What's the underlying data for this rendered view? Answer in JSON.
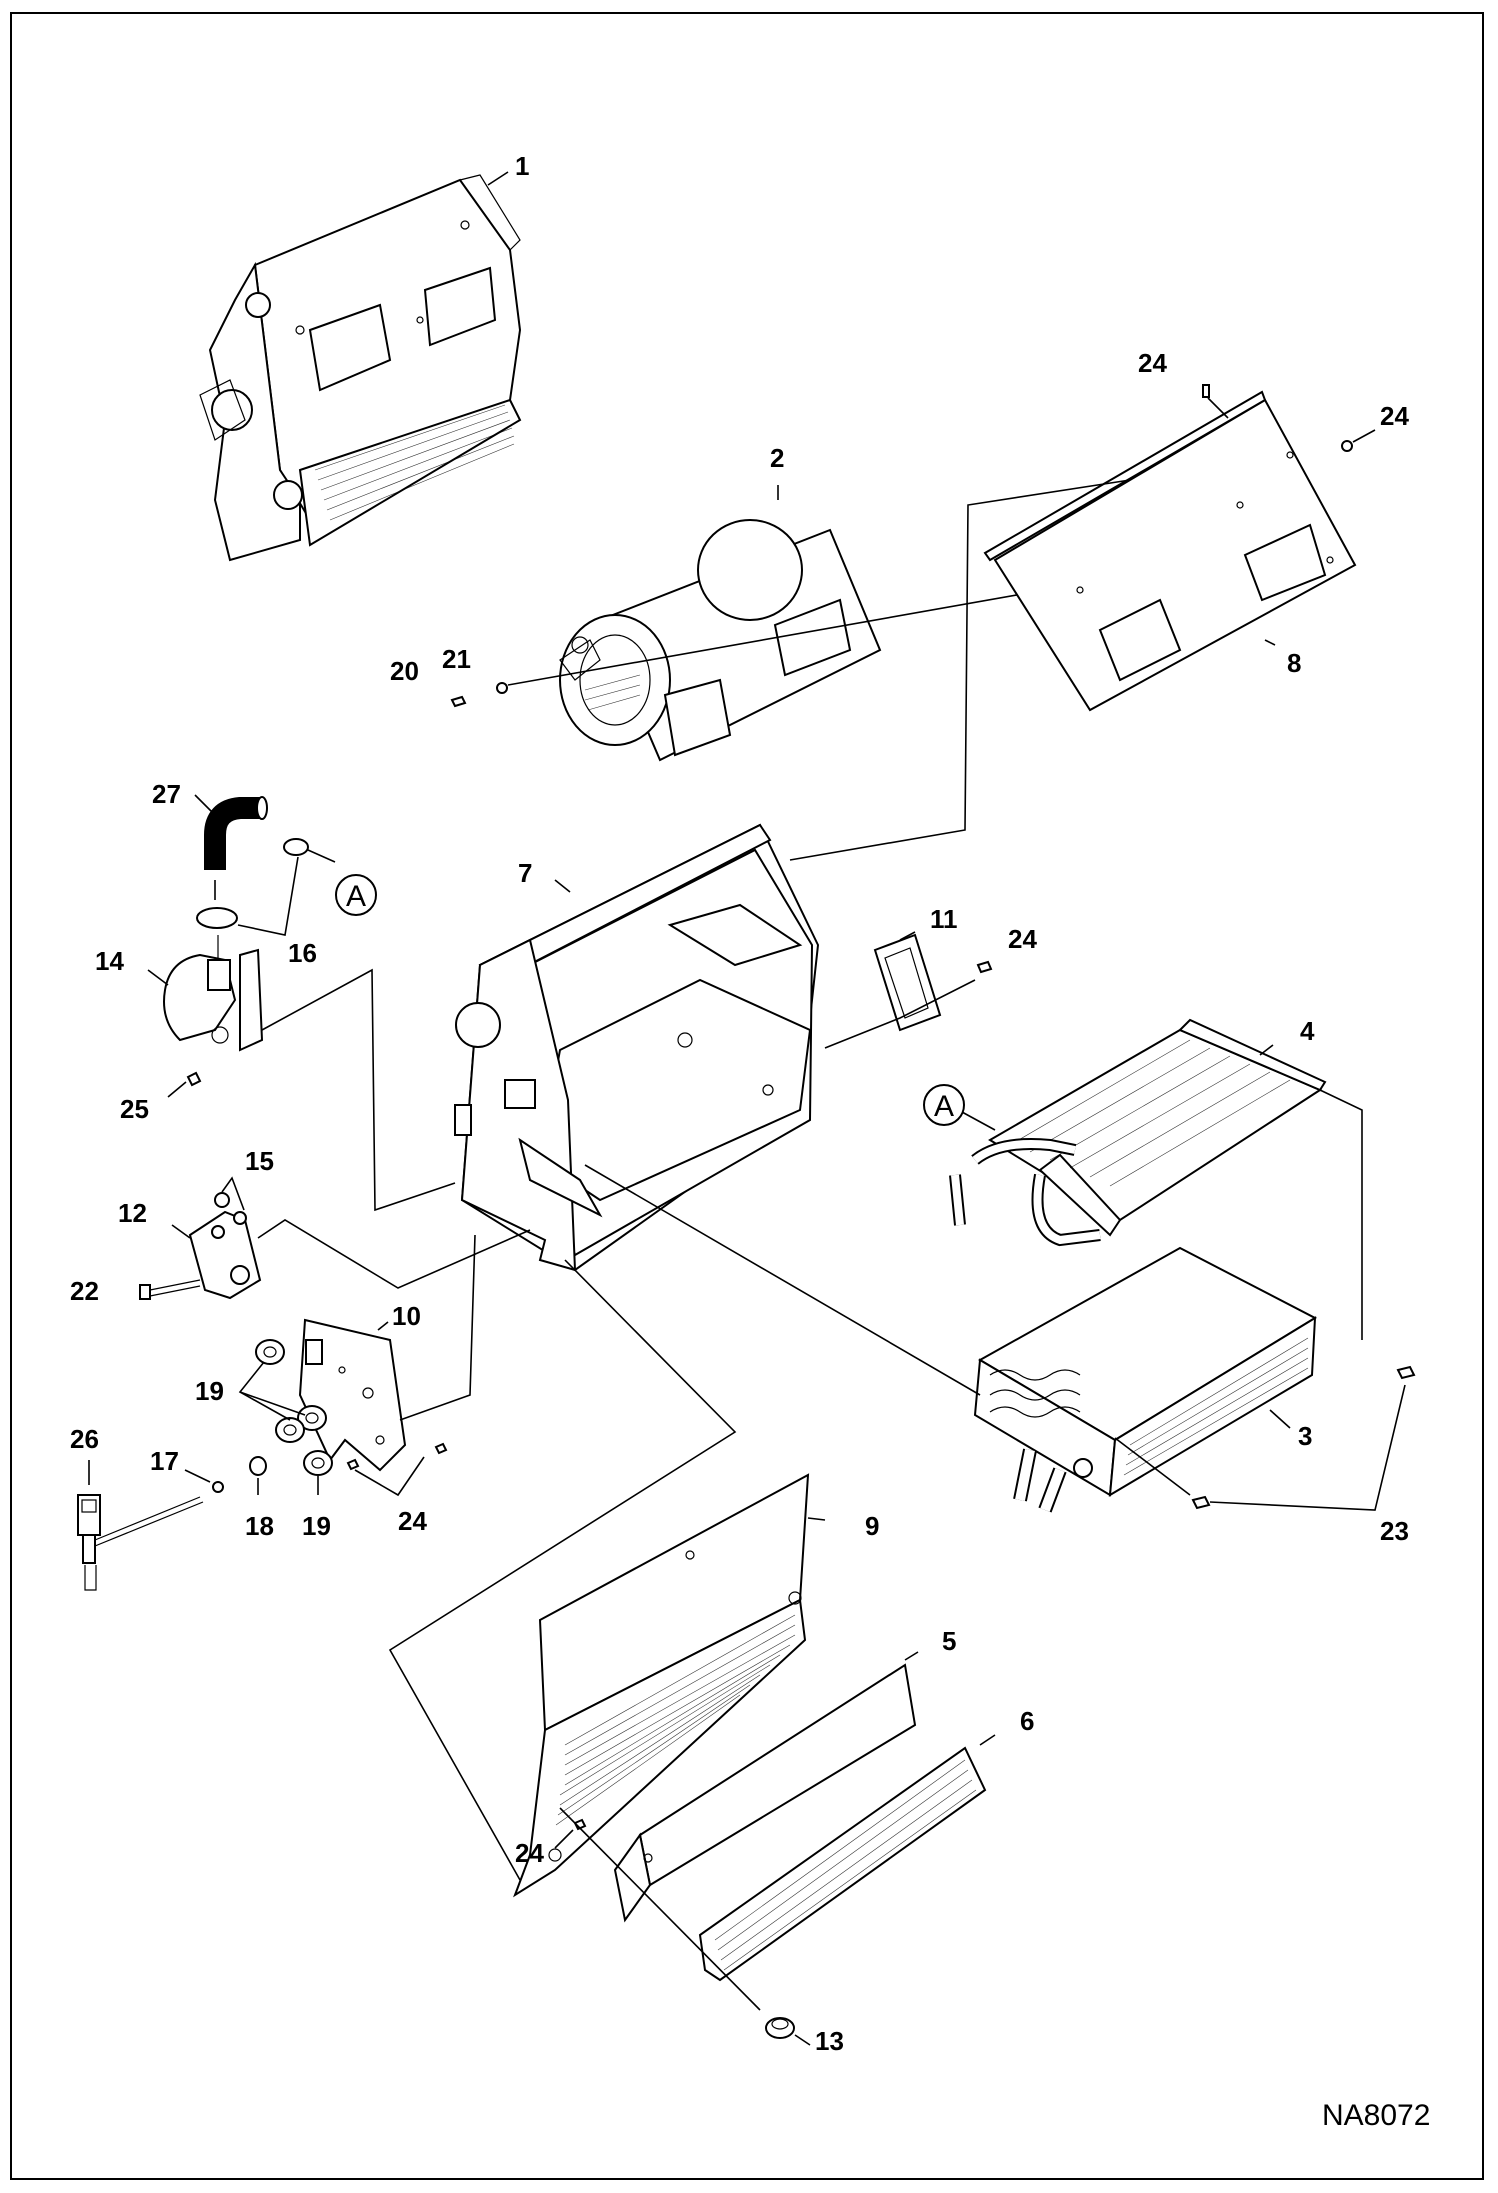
{
  "diagram": {
    "drawing_code": "NA8072",
    "callouts": {
      "c1": "1",
      "c2": "2",
      "c3": "3",
      "c4": "4",
      "c5": "5",
      "c6": "6",
      "c7": "7",
      "c8": "8",
      "c9": "9",
      "c10": "10",
      "c11": "11",
      "c12": "12",
      "c13": "13",
      "c14": "14",
      "c15": "15",
      "c16": "16",
      "c17": "17",
      "c18": "18",
      "c19a": "19",
      "c19b": "19",
      "c20": "20",
      "c21": "21",
      "c22": "22",
      "c23": "23",
      "c24a": "24",
      "c24b": "24",
      "c24c": "24",
      "c24d": "24",
      "c24e": "24",
      "c25": "25",
      "c26": "26",
      "c27": "27",
      "refA1": "A",
      "refA2": "A"
    }
  }
}
